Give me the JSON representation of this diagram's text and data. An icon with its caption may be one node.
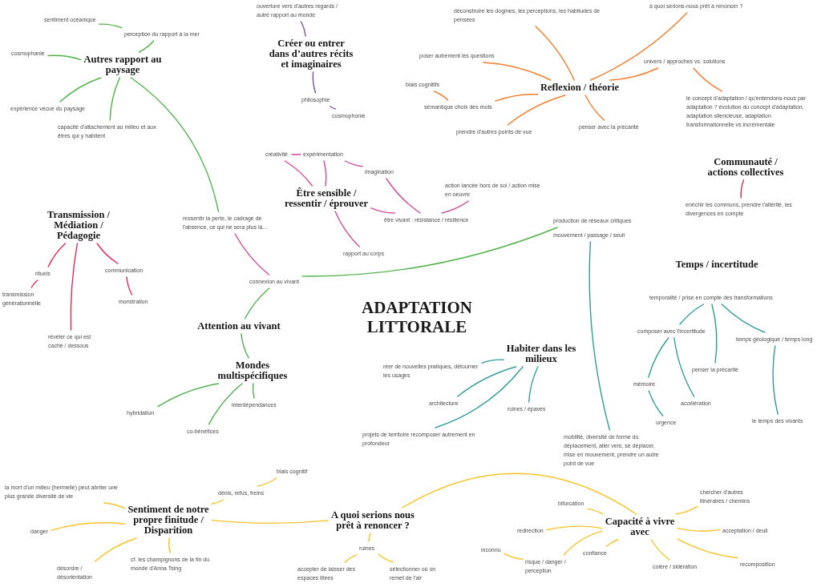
{
  "diagram": {
    "title": "ADAPTATION LITTORALE",
    "nodes": [
      {
        "text": [
          "Autres rapport au paysage"
        ]
      },
      {
        "text": [
          "sentiment océanique"
        ]
      },
      {
        "text": [
          "perception du rapport à la mer"
        ]
      },
      {
        "text": [
          "cosmophanie"
        ]
      },
      {
        "text": [
          "expérience vécue du paysage"
        ]
      },
      {
        "text": [
          "capacité d'attachement au milieu et aux êtres qui y habitent"
        ]
      },
      {
        "text": [
          "Créer ou entrer dans d’autres récits et imaginaires"
        ]
      },
      {
        "text": [
          "ouverture vers d'autres regards / autre rapport au monde"
        ]
      },
      {
        "text": [
          "philosophie"
        ]
      },
      {
        "text": [
          "cosmophonie"
        ]
      },
      {
        "text": [
          "Reflexion / théorie"
        ]
      },
      {
        "text": [
          "déconstruire les dogmes, les perceptions, les habitudes de pensées"
        ]
      },
      {
        "text": [
          "à quoi serions-nous prêt à renoncer ?"
        ]
      },
      {
        "text": [
          "poser autrement les questions"
        ]
      },
      {
        "text": [
          "univers / approches vs. solutions"
        ]
      },
      {
        "text": [
          "biais cognitifs"
        ]
      },
      {
        "text": [
          "sémantique choix des mots"
        ]
      },
      {
        "text": [
          "le concept d'adaptation / qu'entendons-nous par adaptation ? évolution du concept d'adaptation, adaptation silencieuse, adaptation transformationnelle vs incrémentale"
        ]
      },
      {
        "text": [
          "prendre d'autres points de vue"
        ]
      },
      {
        "text": [
          "penser avec la précarité"
        ]
      },
      {
        "text": [
          "Être sensible / ressentir / éprouver"
        ]
      },
      {
        "text": [
          "créativité"
        ]
      },
      {
        "text": [
          "expérimentation"
        ]
      },
      {
        "text": [
          "imagination"
        ]
      },
      {
        "text": [
          "action lancée hors de soi / action mise en oeuvre"
        ]
      },
      {
        "text": [
          "être vivant : résistance / résilience"
        ]
      },
      {
        "text": [
          "rapport au corps"
        ]
      },
      {
        "text": [
          "ressentir la perte, le cadrage de l'absence, ce qui ne sera plus là..."
        ]
      },
      {
        "text": [
          "Transmission / Médiation / Pédagogie"
        ]
      },
      {
        "text": [
          "rituels"
        ]
      },
      {
        "text": [
          "communication"
        ]
      },
      {
        "text": [
          "transmission générationnelle"
        ]
      },
      {
        "text": [
          "monstration"
        ]
      },
      {
        "text": [
          "révéler ce qui est caché / dessous"
        ]
      },
      {
        "text": [
          "connexion au vivant"
        ]
      },
      {
        "text": [
          "Attention au vivant"
        ]
      },
      {
        "text": [
          "Mondes multispécifiques"
        ]
      },
      {
        "text": [
          "hybridation"
        ]
      },
      {
        "text": [
          "interdépendances"
        ]
      },
      {
        "text": [
          "co-bénéfices"
        ]
      },
      {
        "text": [
          "production de réseaux critiques"
        ]
      },
      {
        "text": [
          "mouvement / passage / seuil"
        ]
      },
      {
        "text": [
          "Communauté / actions collectives"
        ]
      },
      {
        "text": [
          "enrichir les communs, prendre l'altérité, les divergences en compte"
        ]
      },
      {
        "text": [
          "Temps / incertitude"
        ]
      },
      {
        "text": [
          "temporalité / prise en compte des transformations"
        ]
      },
      {
        "text": [
          "composer avec l'incertitude"
        ]
      },
      {
        "text": [
          "temps géologique / temps long"
        ]
      },
      {
        "text": [
          "penser la précarité"
        ]
      },
      {
        "text": [
          "mémoire"
        ]
      },
      {
        "text": [
          "accélération"
        ]
      },
      {
        "text": [
          "urgence"
        ]
      },
      {
        "text": [
          "le temps des vivants"
        ]
      },
      {
        "text": [
          "Habiter dans les milieux"
        ]
      },
      {
        "text": [
          "réer de nouvelles pratiques, détourner les usages"
        ]
      },
      {
        "text": [
          "architecture"
        ]
      },
      {
        "text": [
          "ruines / épaves"
        ]
      },
      {
        "text": [
          "projets de territoire recomposer autrement en profondeur"
        ]
      },
      {
        "text": [
          "mobilité, diversité de forme du déplacement, aller vers, se déplacer, mise en mouvement, prendre un autre point de vue"
        ]
      },
      {
        "text": [
          "la mort d'un milieu (hermelle) peut abriter une plus grande diversité de vie"
        ]
      },
      {
        "text": [
          "biais cognitif"
        ]
      },
      {
        "text": [
          "dénis, refus, freins"
        ]
      },
      {
        "text": [
          "Sentiment de notre propre finitude / Disparition"
        ]
      },
      {
        "text": [
          "danger"
        ]
      },
      {
        "text": [
          "désordre / désorientation"
        ]
      },
      {
        "text": [
          "cf. les champignons de la fin du monde d'Anna Tsing"
        ]
      },
      {
        "text": [
          "A quoi serions nous prêt à renoncer ?"
        ]
      },
      {
        "text": [
          "ruines"
        ]
      },
      {
        "text": [
          "accepter de laisser des espaces libres"
        ]
      },
      {
        "text": [
          "sélectionner où on remet de l'air"
        ]
      },
      {
        "text": [
          "bifurcation"
        ]
      },
      {
        "text": [
          "chercher d'autres itinéraires / chemins"
        ]
      },
      {
        "text": [
          "Capacité à vivre avec"
        ]
      },
      {
        "text": [
          "redirection"
        ]
      },
      {
        "text": [
          "acceptation / deuil"
        ]
      },
      {
        "text": [
          "inconnu"
        ]
      },
      {
        "text": [
          "confiance"
        ]
      },
      {
        "text": [
          "risque / danger / perception"
        ]
      },
      {
        "text": [
          "colère / sidération"
        ]
      },
      {
        "text": [
          "recomposition"
        ]
      }
    ],
    "edges": [
      {
        "from": 0,
        "to": 2,
        "arrow": "none",
        "color": "#4fb24a"
      },
      {
        "from": 2,
        "to": 1,
        "arrow": "none",
        "color": "#4fb24a"
      },
      {
        "from": 0,
        "to": 3,
        "arrow": "none",
        "color": "#4fb24a"
      },
      {
        "from": 0,
        "to": 4,
        "arrow": "none",
        "color": "#4fb24a"
      },
      {
        "from": 0,
        "to": 5,
        "arrow": "none",
        "color": "#4fb24a"
      },
      {
        "from": 0,
        "to": 27,
        "arrow": "none",
        "color": "#4fb24a"
      },
      {
        "from": 6,
        "to": 7,
        "arrow": "none",
        "color": "#7b52a3"
      },
      {
        "from": 6,
        "to": 8,
        "arrow": "none",
        "color": "#7b52a3"
      },
      {
        "from": 8,
        "to": 9,
        "arrow": "none",
        "color": "#7b52a3"
      },
      {
        "from": 10,
        "to": 11,
        "arrow": "none",
        "color": "#f47c2a"
      },
      {
        "from": 10,
        "to": 12,
        "arrow": "none",
        "color": "#f47c2a"
      },
      {
        "from": 10,
        "to": 13,
        "arrow": "none",
        "color": "#f47c2a"
      },
      {
        "from": 10,
        "to": 14,
        "arrow": "none",
        "color": "#f47c2a"
      },
      {
        "from": 14,
        "to": 17,
        "arrow": "none",
        "color": "#f47c2a"
      },
      {
        "from": 10,
        "to": 16,
        "arrow": "none",
        "color": "#f47c2a"
      },
      {
        "from": 16,
        "to": 15,
        "arrow": "none",
        "color": "#f47c2a"
      },
      {
        "from": 10,
        "to": 18,
        "arrow": "none",
        "color": "#f47c2a"
      },
      {
        "from": 10,
        "to": 19,
        "arrow": "none",
        "color": "#f47c2a"
      },
      {
        "from": 20,
        "to": 21,
        "arrow": "none",
        "color": "#d0499b"
      },
      {
        "from": 21,
        "to": 22,
        "arrow": "none",
        "color": "#d0499b"
      },
      {
        "from": 20,
        "to": 22,
        "arrow": "none",
        "color": "#d0499b"
      },
      {
        "from": 22,
        "to": 23,
        "arrow": "none",
        "color": "#d0499b"
      },
      {
        "from": 23,
        "to": 25,
        "arrow": "none",
        "color": "#d0499b"
      },
      {
        "from": 20,
        "to": 25,
        "arrow": "none",
        "color": "#d0499b"
      },
      {
        "from": 25,
        "to": 24,
        "arrow": "none",
        "color": "#d0499b"
      },
      {
        "from": 20,
        "to": 26,
        "arrow": "none",
        "color": "#d0499b"
      },
      {
        "from": 27,
        "to": 34,
        "arrow": "none",
        "color": "#d0499b"
      },
      {
        "from": 28,
        "to": 29,
        "arrow": "none",
        "color": "#e0285a"
      },
      {
        "from": 29,
        "to": 31,
        "arrow": "none",
        "color": "#e0285a"
      },
      {
        "from": 28,
        "to": 33,
        "arrow": "none",
        "color": "#e0285a"
      },
      {
        "from": 28,
        "to": 30,
        "arrow": "none",
        "color": "#e0285a"
      },
      {
        "from": 30,
        "to": 32,
        "arrow": "none",
        "color": "#e0285a"
      },
      {
        "from": 34,
        "to": 35,
        "arrow": "none",
        "color": "#4fb24a"
      },
      {
        "from": 34,
        "to": 40,
        "arrow": "none",
        "color": "#4fb24a"
      },
      {
        "from": 35,
        "to": 36,
        "arrow": "none",
        "color": "#4fb24a"
      },
      {
        "from": 36,
        "to": 37,
        "arrow": "none",
        "color": "#4fb24a"
      },
      {
        "from": 36,
        "to": 39,
        "arrow": "none",
        "color": "#4fb24a"
      },
      {
        "from": 36,
        "to": 38,
        "arrow": "none",
        "color": "#4fb24a"
      },
      {
        "from": 42,
        "to": 43,
        "arrow": "none",
        "color": "#e0285a"
      },
      {
        "from": 41,
        "to": 58,
        "arrow": "none",
        "color": "#2f9e9b"
      },
      {
        "from": 45,
        "to": 46,
        "arrow": "none",
        "color": "#2f9e9b"
      },
      {
        "from": 45,
        "to": 48,
        "arrow": "none",
        "color": "#2f9e9b"
      },
      {
        "from": 45,
        "to": 47,
        "arrow": "none",
        "color": "#2f9e9b"
      },
      {
        "from": 46,
        "to": 49,
        "arrow": "none",
        "color": "#2f9e9b"
      },
      {
        "from": 46,
        "to": 50,
        "arrow": "none",
        "color": "#2f9e9b"
      },
      {
        "from": 49,
        "to": 51,
        "arrow": "none",
        "color": "#2f9e9b"
      },
      {
        "from": 47,
        "to": 52,
        "arrow": "none",
        "color": "#2f9e9b"
      },
      {
        "from": 53,
        "to": 54,
        "arrow": "none",
        "color": "#2f9e9b"
      },
      {
        "from": 53,
        "to": 55,
        "arrow": "none",
        "color": "#2f9e9b"
      },
      {
        "from": 53,
        "to": 57,
        "arrow": "none",
        "color": "#2f9e9b"
      },
      {
        "from": 53,
        "to": 56,
        "arrow": "none",
        "color": "#2f9e9b"
      },
      {
        "from": 62,
        "to": 59,
        "arrow": "none"
      },
      {
        "from": 62,
        "to": 63,
        "arrow": "none"
      },
      {
        "from": 62,
        "to": 64,
        "arrow": "none"
      },
      {
        "from": 62,
        "to": 65,
        "arrow": "none"
      },
      {
        "from": 62,
        "to": 61,
        "arrow": "none"
      },
      {
        "from": 61,
        "to": 60,
        "arrow": "none"
      },
      {
        "from": 62,
        "to": 66,
        "arrow": "none"
      },
      {
        "from": 66,
        "to": 67,
        "arrow": "none"
      },
      {
        "from": 67,
        "to": 68,
        "arrow": "none"
      },
      {
        "from": 67,
        "to": 69,
        "arrow": "none"
      },
      {
        "from": 66,
        "to": 72,
        "arrow": "none"
      },
      {
        "from": 72,
        "to": 70,
        "arrow": "none"
      },
      {
        "from": 72,
        "to": 73,
        "arrow": "none"
      },
      {
        "from": 72,
        "to": 77,
        "arrow": "none"
      },
      {
        "from": 75,
        "to": 77,
        "arrow": "none"
      },
      {
        "from": 72,
        "to": 76,
        "arrow": "none"
      },
      {
        "from": 72,
        "to": 78,
        "arrow": "none"
      },
      {
        "from": 72,
        "to": 79,
        "arrow": "none"
      },
      {
        "from": 72,
        "to": 74,
        "arrow": "none"
      },
      {
        "from": 72,
        "to": 71,
        "arrow": "none"
      }
    ]
  }
}
